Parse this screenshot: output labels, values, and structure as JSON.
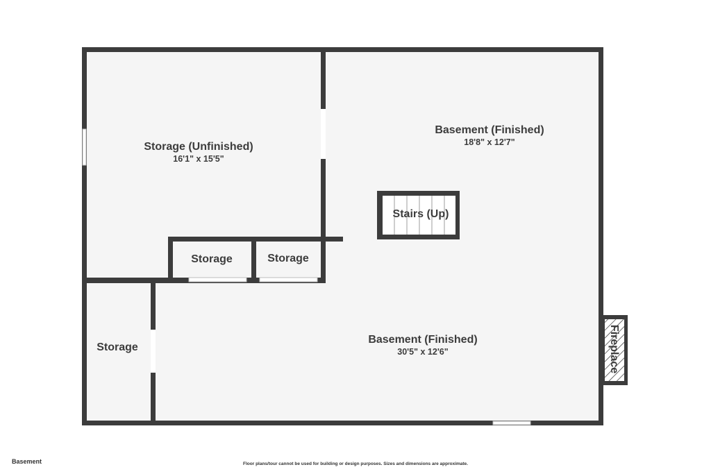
{
  "floor_label": "Basement",
  "disclaimer": "Floor plans/tour cannot be used for building or design purposes. Sizes and dimensions are approximate.",
  "colors": {
    "wall": "#3c3c3c",
    "floor": "#f5f5f5",
    "window": "#ffffff",
    "background": "#ffffff"
  },
  "rooms": {
    "storage_unfinished": {
      "name": "Storage (Unfinished)",
      "dimensions": "16'1\" x 15'5\""
    },
    "basement_upper": {
      "name": "Basement (Finished)",
      "dimensions": "18'8\" x 12'7\""
    },
    "stairs": {
      "name": "Stairs (Up)"
    },
    "storage_small_1": {
      "name": "Storage"
    },
    "storage_small_2": {
      "name": "Storage"
    },
    "storage_left": {
      "name": "Storage"
    },
    "basement_lower": {
      "name": "Basement (Finished)",
      "dimensions": "30'5\" x 12'6\""
    },
    "fireplace": {
      "name": "Fireplace"
    }
  }
}
